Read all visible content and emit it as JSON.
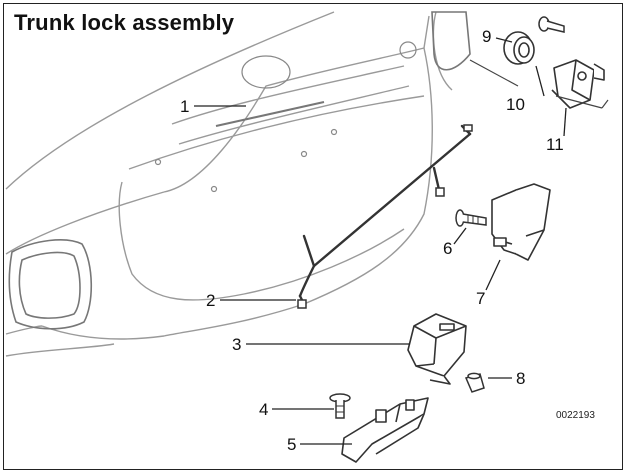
{
  "title": "Trunk lock assembly",
  "callouts": [
    "1",
    "2",
    "3",
    "4",
    "5",
    "6",
    "7",
    "8",
    "9",
    "10",
    "11"
  ],
  "diagram_code": "0022193",
  "colors": {
    "line": "#333333",
    "light_line": "#9a9a9a",
    "background": "#ffffff"
  }
}
